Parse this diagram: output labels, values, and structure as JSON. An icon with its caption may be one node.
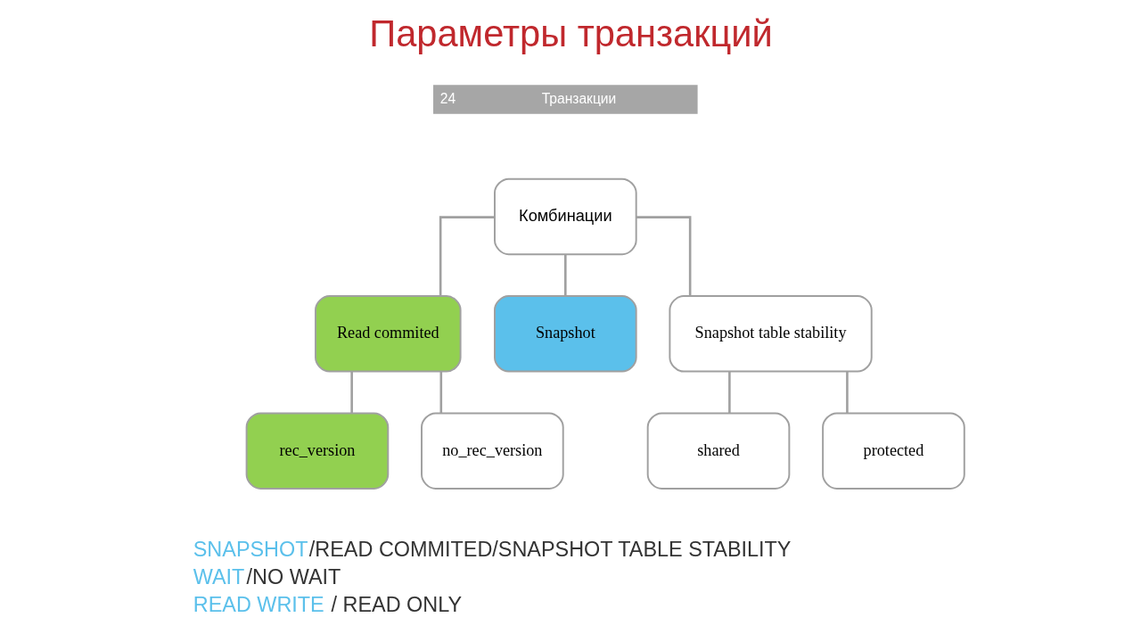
{
  "diagram": {
    "title": "Параметры транзакций",
    "nodes": [
      {
        "text": [
          "Комбинации"
        ]
      },
      {
        "text": [
          "Read commited"
        ]
      },
      {
        "text": [
          "Snapshot"
        ]
      },
      {
        "text": [
          "Snapshot table stability"
        ]
      },
      {
        "text": [
          "rec_version"
        ]
      },
      {
        "text": [
          "no_rec_version"
        ]
      },
      {
        "text": [
          "shared"
        ]
      },
      {
        "text": [
          "protected"
        ]
      }
    ],
    "edges": [
      {
        "from": 0,
        "to": 1,
        "arrow": "none"
      },
      {
        "from": 0,
        "to": 2,
        "arrow": "none"
      },
      {
        "from": 0,
        "to": 3,
        "arrow": "none"
      },
      {
        "from": 1,
        "to": 4,
        "arrow": "none"
      },
      {
        "from": 1,
        "to": 5,
        "arrow": "none"
      },
      {
        "from": 3,
        "to": 6,
        "arrow": "none"
      },
      {
        "from": 3,
        "to": 7,
        "arrow": "none"
      }
    ],
    "labels": [
      "24",
      "Транзакции",
      "SNAPSHOT/READ COMMITED/SNAPSHOT TABLE STABILITY",
      "WAIT/NO WAIT",
      "READ WRITE / READ ONLY"
    ]
  }
}
